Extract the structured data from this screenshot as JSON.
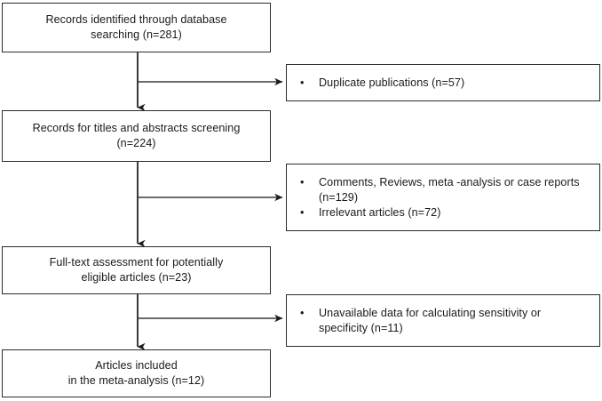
{
  "diagram": {
    "type": "prisma-flow-diagram",
    "title": "",
    "colors": {
      "border": "#2b2b2b",
      "text": "#1a1a1a",
      "connector": "#3a3a3a",
      "background": "#ffffff"
    },
    "nodes": {
      "identified": {
        "id": "records-identified",
        "lines": [
          "Records identified through database",
          "searching (n=281)"
        ],
        "count": 281
      },
      "screening": {
        "id": "records-screening",
        "lines": [
          "Records for titles and abstracts screening",
          "(n=224)"
        ],
        "count": 224
      },
      "fulltext": {
        "id": "full-text-assessment",
        "lines": [
          "Full-text assessment for potentially",
          "eligible articles (n=23)"
        ],
        "count": 23
      },
      "included": {
        "id": "articles-included",
        "lines": [
          "Articles included",
          "in the meta-analysis (n=12)"
        ],
        "count": 12
      }
    },
    "exclusions": {
      "duplicates": {
        "id": "duplicate-publications",
        "bullet_glyph": "•",
        "items": [
          {
            "text": "Duplicate publications (n=57)",
            "count": 57
          }
        ]
      },
      "screening_excluded": {
        "id": "screening-exclusions",
        "bullet_glyph": "•",
        "items": [
          {
            "text": "Comments, Reviews, meta -analysis or case reports (n=129)",
            "count": 129
          },
          {
            "text": "Irrelevant articles (n=72)",
            "count": 72
          }
        ]
      },
      "fulltext_excluded": {
        "id": "full-text-exclusions",
        "bullet_glyph": "•",
        "items": [
          {
            "text": "Unavailable data for calculating sensitivity or specificity (n=11)",
            "count": 11
          }
        ]
      }
    },
    "connectors": [
      {
        "name": "identified-to-screening",
        "from": "identified",
        "to": "screening",
        "direction": "down"
      },
      {
        "name": "identified-to-duplicates",
        "from": "identified",
        "to": "duplicates",
        "direction": "right"
      },
      {
        "name": "screening-to-fulltext",
        "from": "screening",
        "to": "fulltext",
        "direction": "down"
      },
      {
        "name": "screening-to-excluded",
        "from": "screening",
        "to": "screening_excluded",
        "direction": "right"
      },
      {
        "name": "fulltext-to-included",
        "from": "fulltext",
        "to": "included",
        "direction": "down"
      },
      {
        "name": "fulltext-to-excluded",
        "from": "fulltext",
        "to": "fulltext_excluded",
        "direction": "right"
      }
    ]
  }
}
